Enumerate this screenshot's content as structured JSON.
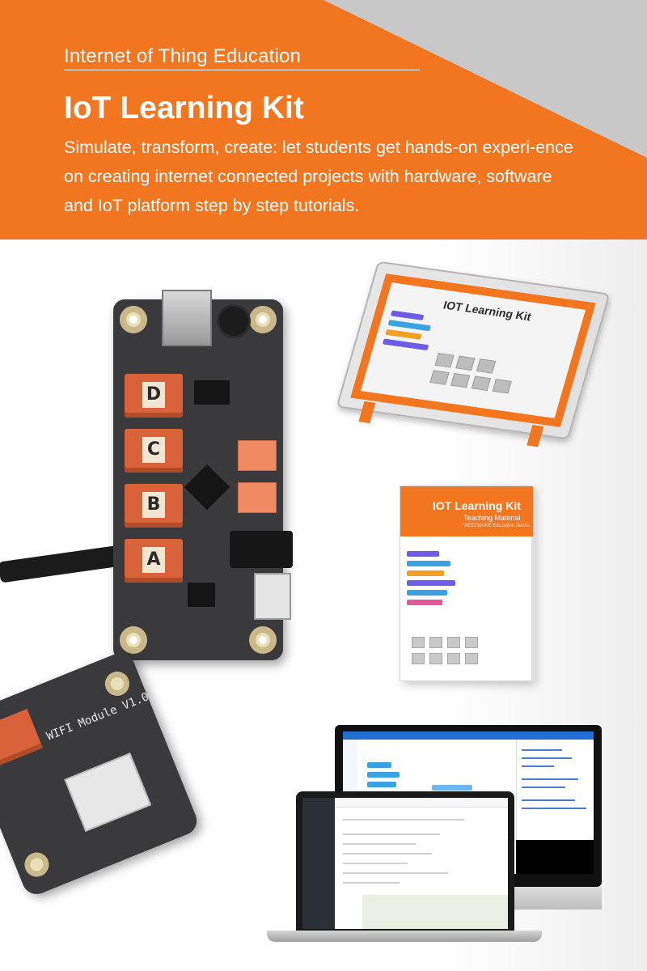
{
  "header": {
    "subtitle": "Internet of Thing Education",
    "title": "IoT Learning Kit",
    "description": "Simulate, transform, create: let students get hands-on experi-ence on creating internet connected projects with hardware, software and IoT platform step by step tutorials."
  },
  "board": {
    "port_labels": [
      "D",
      "C",
      "B",
      "A"
    ]
  },
  "wifi_module": {
    "label": "WIFI Module V1.0"
  },
  "kit_box": {
    "title": "IOT Learning Kit"
  },
  "book": {
    "title": "IOT Learning Kit",
    "subtitle": "Teaching Material",
    "series": "WEEEMAKE Education Series"
  },
  "colors": {
    "brand_orange": "#f2751f",
    "corner_grey": "#c8c8c8",
    "board_dark": "#3a3a3c"
  }
}
